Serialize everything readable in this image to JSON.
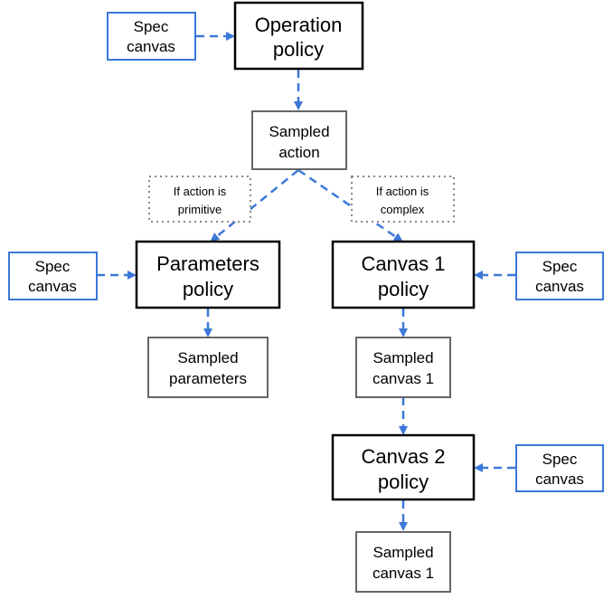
{
  "colors": {
    "policy_border": "#000000",
    "sampled_border": "#666666",
    "spec_border": "#3c78d8",
    "note_border": "#888888",
    "arrow": "#3c78d8"
  },
  "nodes": {
    "operation_policy": {
      "line1": "Operation",
      "line2": "policy"
    },
    "sampled_action": {
      "line1": "Sampled",
      "line2": "action"
    },
    "note_primitive": {
      "line1": "If action is",
      "line2": "primitive"
    },
    "note_complex": {
      "line1": "If action is",
      "line2": "complex"
    },
    "parameters_policy": {
      "line1": "Parameters",
      "line2": "policy"
    },
    "canvas1_policy": {
      "line1": "Canvas 1",
      "line2": "policy"
    },
    "sampled_parameters": {
      "line1": "Sampled",
      "line2": "parameters"
    },
    "sampled_canvas1_a": {
      "line1": "Sampled",
      "line2": "canvas 1"
    },
    "canvas2_policy": {
      "line1": "Canvas 2",
      "line2": "policy"
    },
    "sampled_canvas1_b": {
      "line1": "Sampled",
      "line2": "canvas 1"
    },
    "spec_top": {
      "line1": "Spec",
      "line2": "canvas"
    },
    "spec_left": {
      "line1": "Spec",
      "line2": "canvas"
    },
    "spec_right_1": {
      "line1": "Spec",
      "line2": "canvas"
    },
    "spec_right_2": {
      "line1": "Spec",
      "line2": "canvas"
    }
  }
}
